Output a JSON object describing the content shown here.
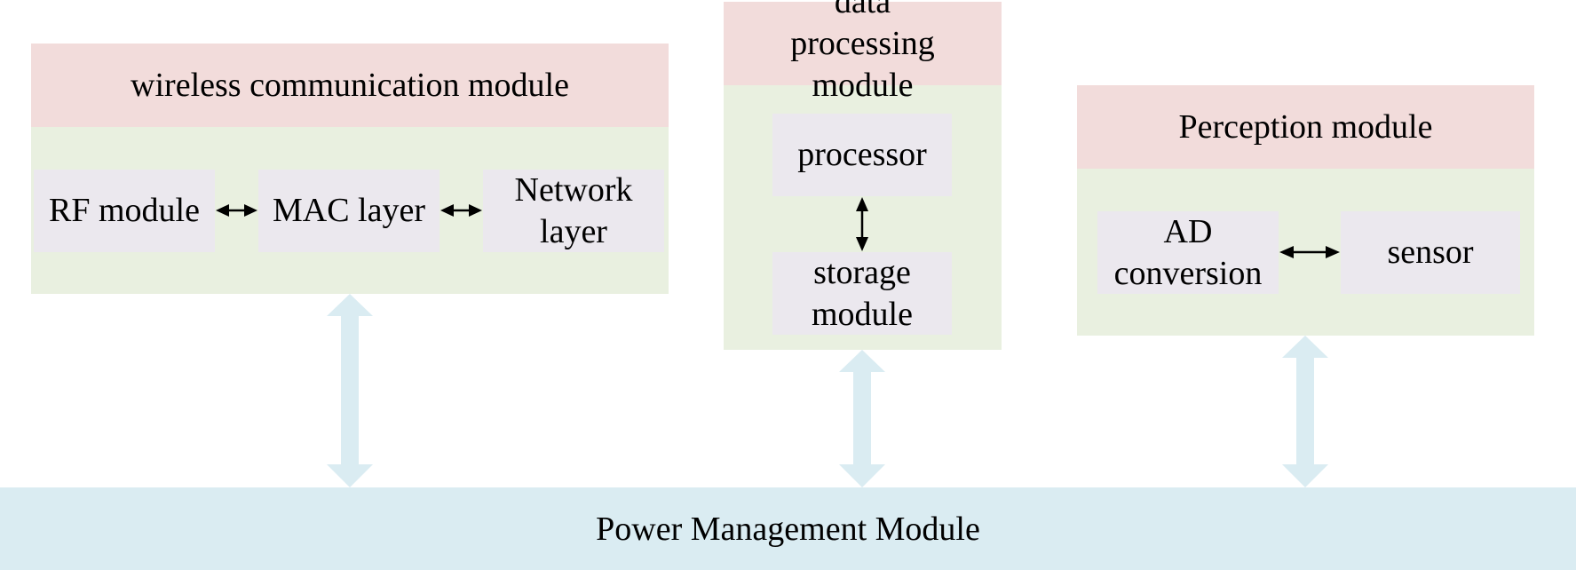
{
  "wireless": {
    "title": "wireless communication module",
    "rf": "RF module",
    "mac": "MAC layer",
    "network": "Network layer"
  },
  "processing": {
    "title": "data processing module",
    "processor": "processor",
    "storage": "storage module"
  },
  "perception": {
    "title": "Perception module",
    "ad": "AD conversion",
    "sensor": "sensor"
  },
  "power": {
    "title": "Power Management Module"
  },
  "colors": {
    "header": "#f2dcdb",
    "body": "#e9f0e0",
    "inner_box": "#ebe8ee",
    "power": "#daecf2",
    "big_arrow": "#daecf2"
  }
}
